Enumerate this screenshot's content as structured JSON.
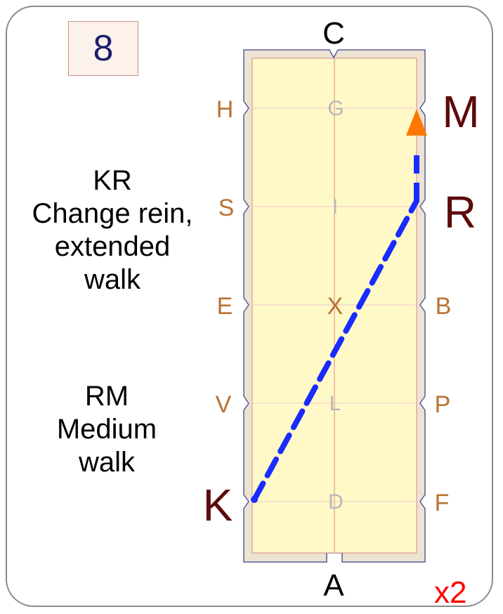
{
  "figure_number": "8",
  "instructions": [
    {
      "route": "KR",
      "lines": [
        "Change rein,",
        "extended",
        "walk"
      ]
    },
    {
      "route": "RM",
      "lines": [
        "Medium",
        "walk"
      ]
    }
  ],
  "arena": {
    "end_letters": {
      "top": "C",
      "bottom": "A"
    },
    "left_letters": [
      "H",
      "S",
      "E",
      "V",
      "K"
    ],
    "right_letters": [
      "M",
      "R",
      "B",
      "P",
      "F"
    ],
    "center_letters": [
      "G",
      "I",
      "X",
      "L",
      "D"
    ],
    "highlighted_letters": [
      "K",
      "R",
      "M"
    ]
  },
  "repeat_label": "x2",
  "colors": {
    "arena_fill": "#fff9c8",
    "arena_border": "#f2ead2",
    "outline": "#5a5a9a",
    "side_letter": "#b87333",
    "center_letter": "#b8b8b8",
    "highlight_letter": "#5c0a0a",
    "path": "#1a2bff",
    "arrow": "#ff7700",
    "repeat": "#ff0000"
  }
}
